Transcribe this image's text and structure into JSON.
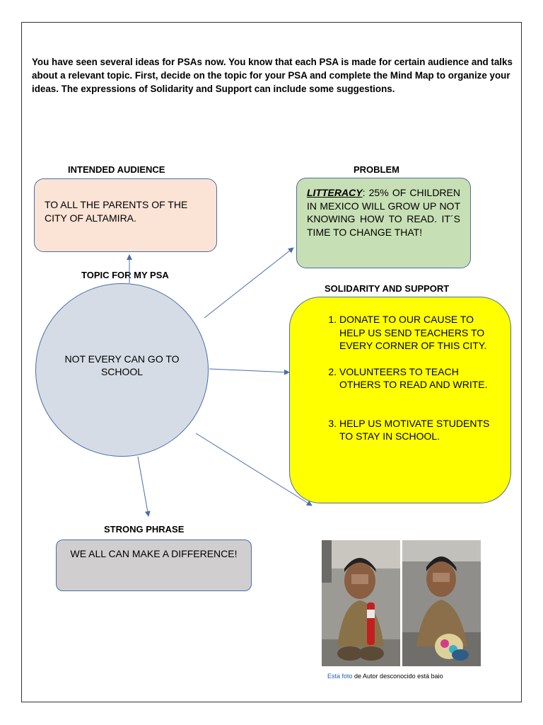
{
  "intro": "You have seen several ideas for PSAs now. You know that each PSA is made for certain audience and talks about a relevant topic. First, decide on the topic for your PSA and complete the Mind Map to organize your ideas. The expressions of Solidarity and Support can include some suggestions.",
  "audience": {
    "heading": "INTENDED AUDIENCE",
    "text": "TO ALL THE PARENTS OF THE CITY OF ALTAMIRA."
  },
  "problem": {
    "heading": "PROBLEM",
    "keyword": "LITTERACY",
    "text": ": 25% OF CHILDREN IN MEXICO WILL GROW UP NOT KNOWING HOW TO READ. IT´S TIME TO CHANGE THAT!"
  },
  "topic": {
    "heading": "TOPIC FOR MY PSA",
    "text": "NOT EVERY CAN GO TO SCHOOL"
  },
  "support": {
    "heading": "SOLIDARITY AND SUPPORT",
    "items": [
      "DONATE TO OUR CAUSE TO HELP US SEND TEACHERS TO EVERY CORNER OF THIS CITY.",
      "VOLUNTEERS TO TEACH OTHERS TO READ AND WRITE.",
      "HELP US MOTIVATE STUDENTS TO STAY IN SCHOOL."
    ]
  },
  "phrase": {
    "heading": "STRONG PHRASE",
    "text": "WE ALL CAN MAKE A DIFFERENCE!"
  },
  "caption": {
    "link": "Esta foto",
    "text": " de Autor desconocido está bajo"
  },
  "colors": {
    "audience_fill": "#fbe3d6",
    "problem_fill": "#c7dfb4",
    "support_fill": "#ffff00",
    "phrase_fill": "#d0cece",
    "topic_fill": "#d6dce5",
    "outline": "#4a6ea8"
  }
}
